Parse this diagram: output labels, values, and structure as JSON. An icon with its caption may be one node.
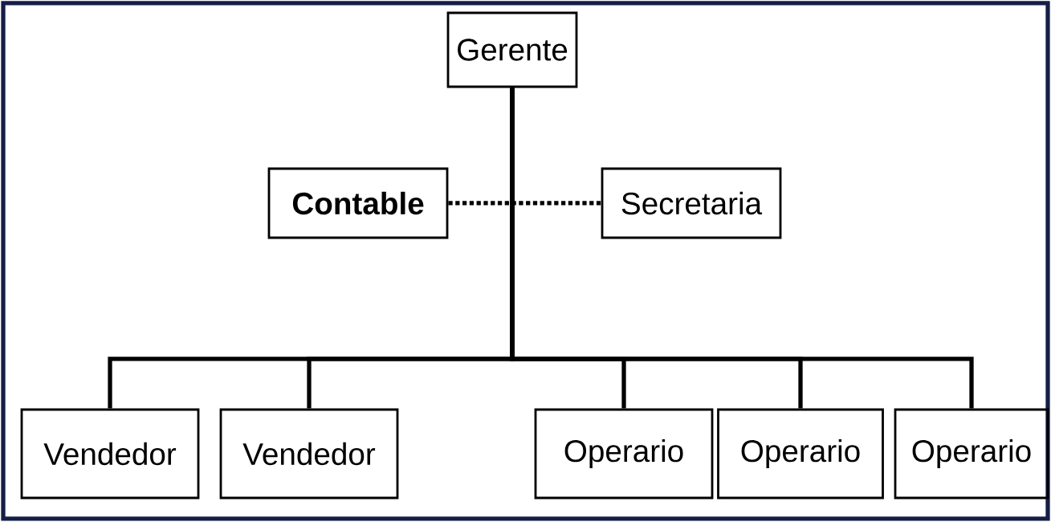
{
  "diagram": {
    "nodes": [
      {
        "text": [
          "Gerente"
        ]
      },
      {
        "text": [
          "Contable"
        ]
      },
      {
        "text": [
          "Secretaria"
        ]
      },
      {
        "text": [
          "Vendedor"
        ]
      },
      {
        "text": [
          "Vendedor"
        ]
      },
      {
        "text": [
          "Operario"
        ]
      },
      {
        "text": [
          "Operario"
        ]
      },
      {
        "text": [
          "Operario"
        ]
      }
    ],
    "edges": [
      {
        "from": 1,
        "to": 2,
        "arrow": "none",
        "style": "dashed"
      },
      {
        "from": 0,
        "to": 3,
        "arrow": "none"
      },
      {
        "from": 0,
        "to": 4,
        "arrow": "none"
      },
      {
        "from": 0,
        "to": 5,
        "arrow": "none"
      },
      {
        "from": 0,
        "to": 6,
        "arrow": "none"
      },
      {
        "from": 0,
        "to": 7,
        "arrow": "none"
      }
    ]
  }
}
